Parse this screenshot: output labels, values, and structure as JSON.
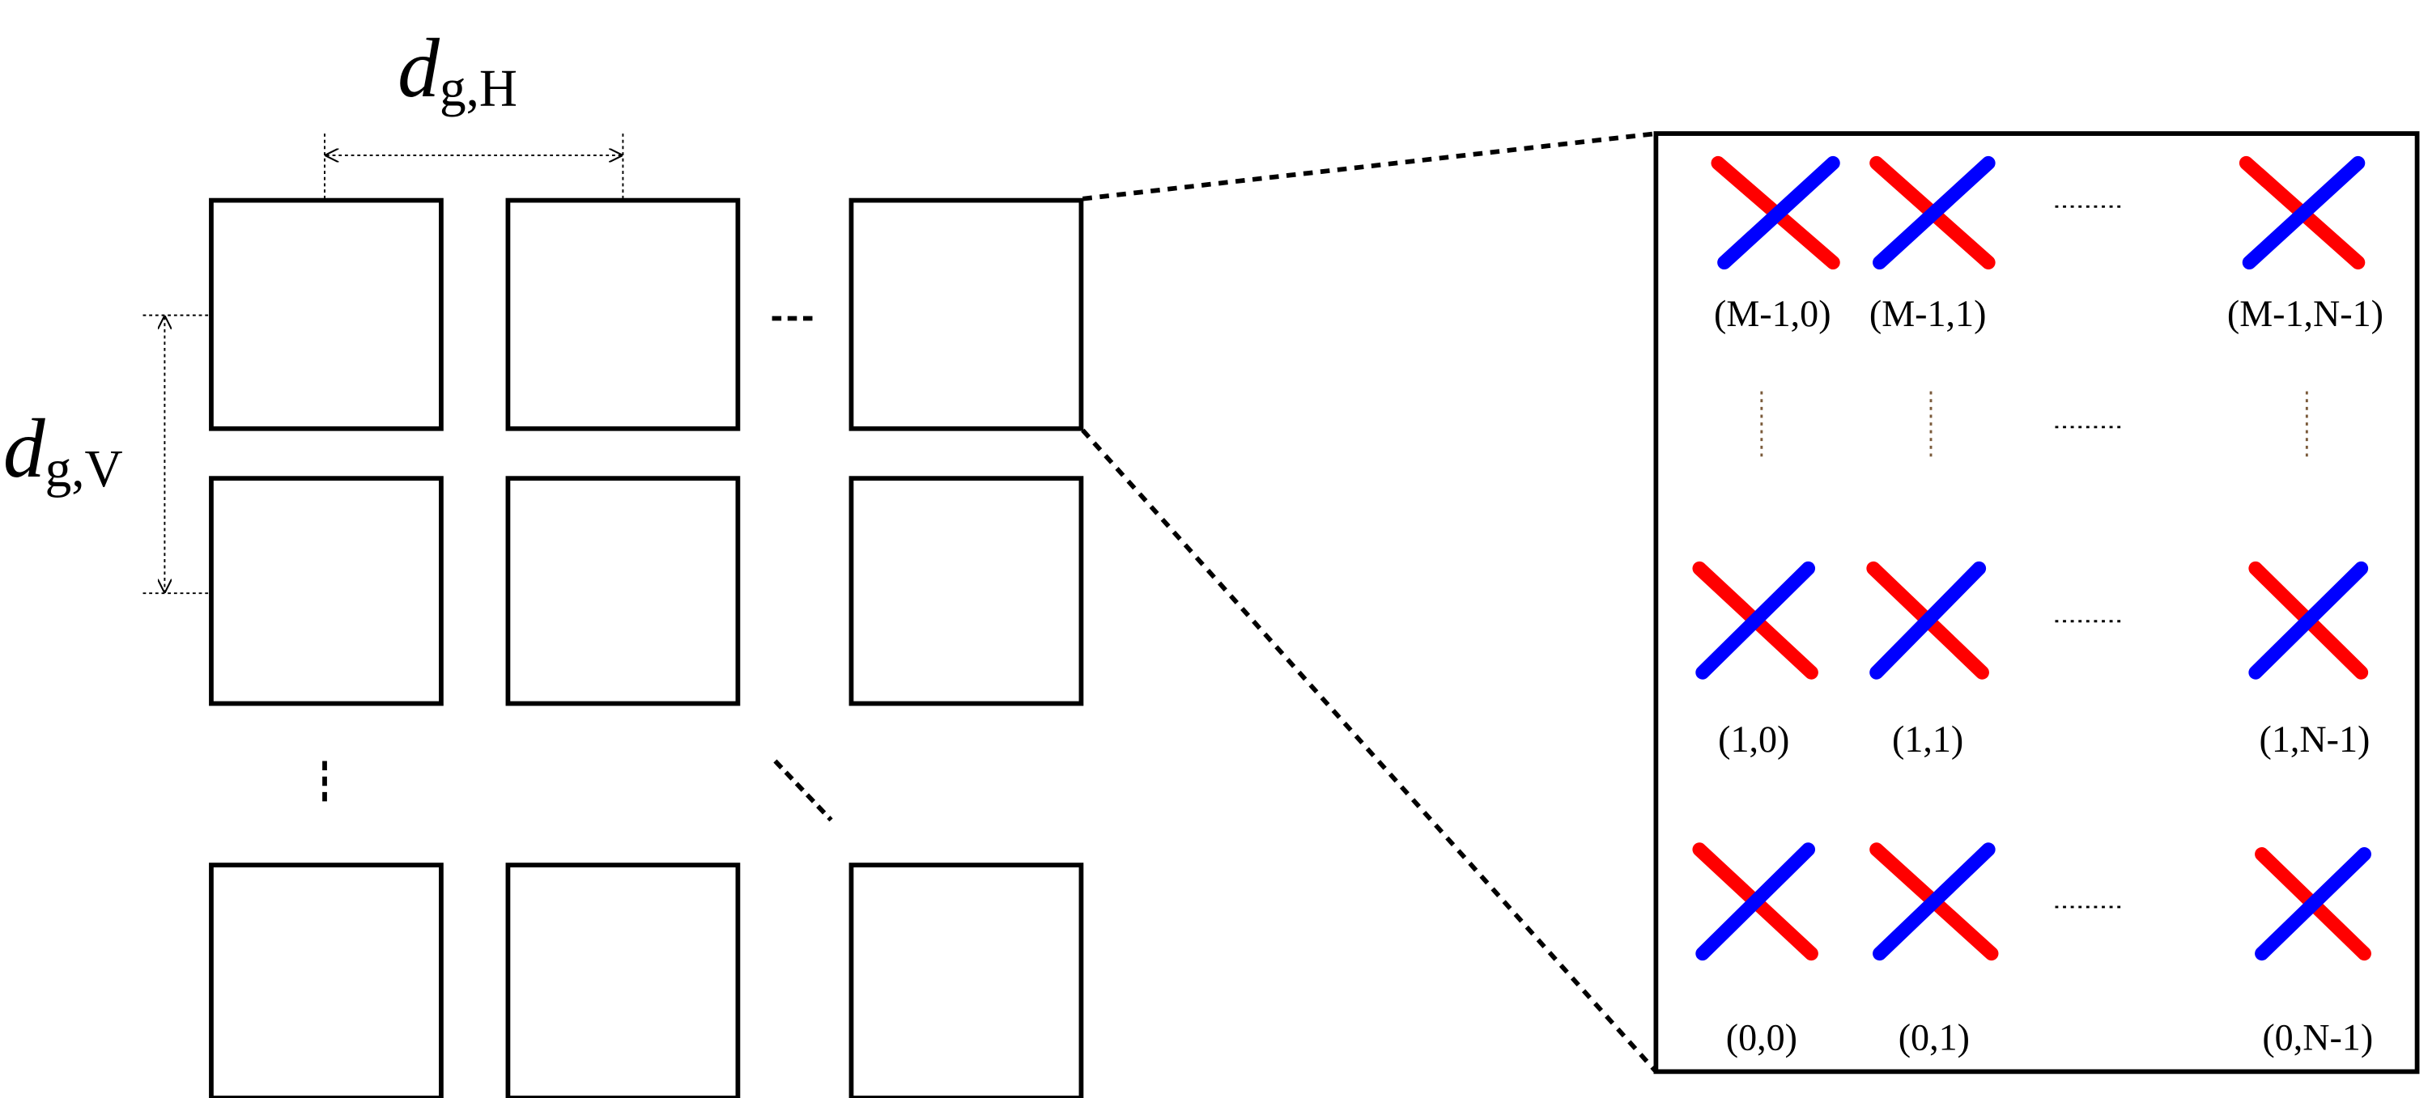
{
  "dimensions": {
    "horizontal": {
      "symbol": "d",
      "subscript": "g,H"
    },
    "vertical": {
      "symbol": "d",
      "subscript": "g,V"
    }
  },
  "element_labels": {
    "top_row": [
      "(M-1,0)",
      "(M-1,1)",
      "(M-1,N-1)"
    ],
    "middle_row": [
      "(1,0)",
      "(1,1)",
      "(1,N-1)"
    ],
    "bottom_row": [
      "(0,0)",
      "(0,1)",
      "(0,N-1)"
    ]
  },
  "colors": {
    "polarization_a": "#ff0000",
    "polarization_b": "#0000ff",
    "outline": "#000000"
  }
}
